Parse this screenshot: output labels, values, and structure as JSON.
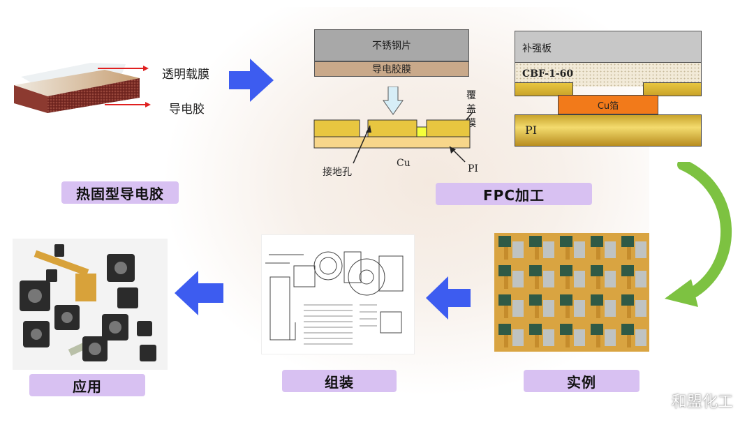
{
  "section_labels": {
    "thermoset": "热固型导电胶",
    "fpc": "FPC加工",
    "example": "实例",
    "assembly": "组装",
    "application": "应用"
  },
  "sample_callouts": {
    "film": "透明载膜",
    "adhesive": "导电胶"
  },
  "fpc_stack": {
    "steel": "不锈钢片",
    "adhesive_film": "导电胶膜",
    "coverlay": "覆盖膜",
    "ground_hole": "接地孔",
    "cu": "Cu",
    "pi": "PI"
  },
  "cross_section": {
    "stiffener": "补强板",
    "cbf": "CBF-1-60",
    "cu_foil": "Cu箔",
    "pi": "PI"
  },
  "watermark": "和盟化工",
  "colors": {
    "pill": "#d8c1f2",
    "blue_arrow": "#3d5cf0",
    "green_arrow": "#7dc241",
    "gold": "#e8c640",
    "steel": "#a8a8a8",
    "film": "#c9a98a",
    "cu_orange": "#f27a1a"
  }
}
